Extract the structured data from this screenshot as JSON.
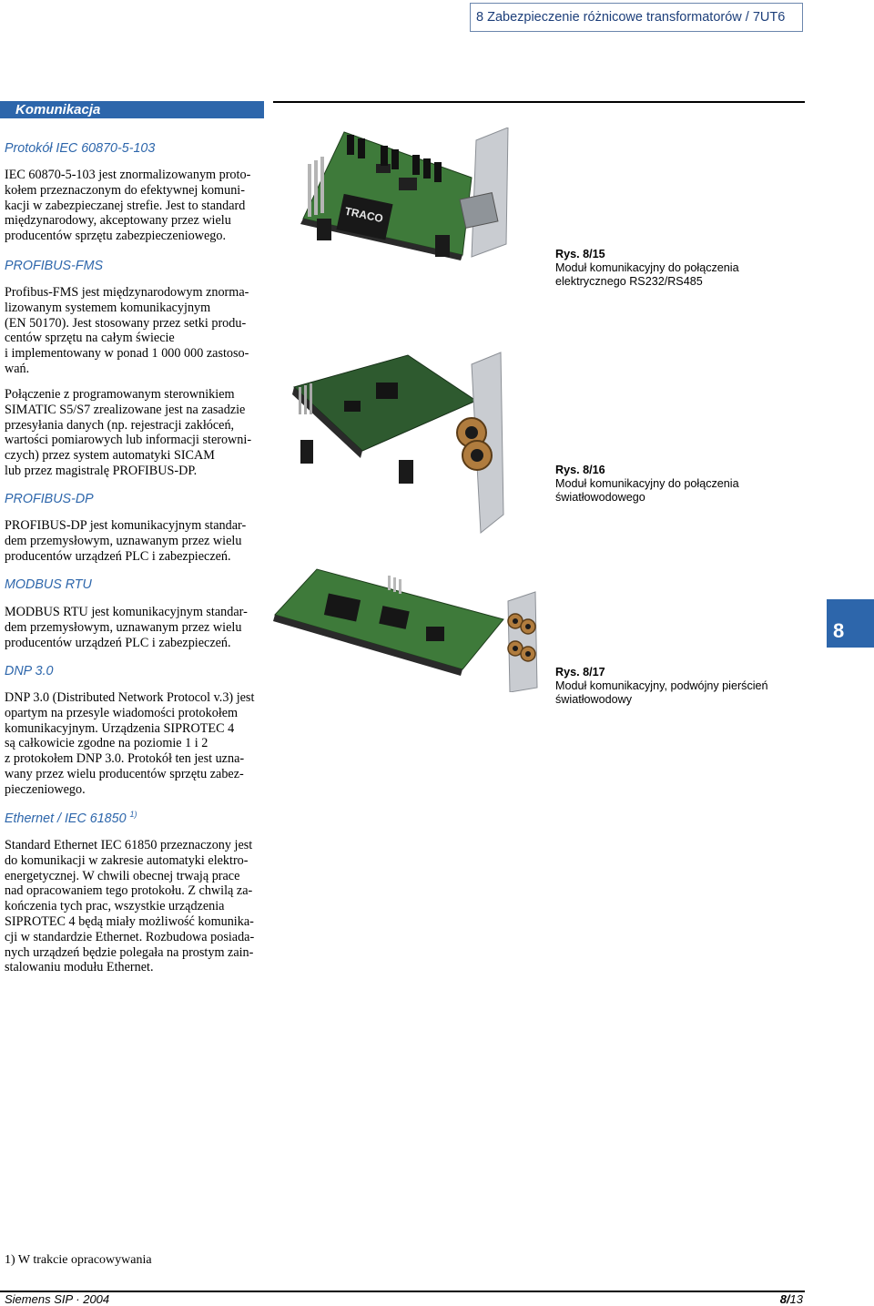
{
  "header": {
    "title": "8 Zabezpieczenie różnicowe transformatorów / 7UT6"
  },
  "section": {
    "title": "Komunikacja"
  },
  "blocks": [
    {
      "heading": "Protokół IEC 60870-5-103",
      "paragraphs": [
        "IEC 60870-5-103 jest znormalizowanym proto-\nkołem przeznaczonym do efektywnej komuni-\nkacji w zabezpieczanej strefie. Jest to standard\nmiędzynarodowy, akceptowany przez wielu\nproducentów sprzętu zabezpieczeniowego."
      ]
    },
    {
      "heading": "PROFIBUS-FMS",
      "paragraphs": [
        "Profibus-FMS jest międzynarodowym znorma-\nlizowanym systemem komunikacyjnym\n(EN 50170). Jest stosowany przez setki produ-\ncentów sprzętu na całym świecie\ni implementowany w ponad 1 000 000 zastoso-\nwań.",
        "Połączenie z programowanym sterownikiem\nSIMATIC S5/S7 zrealizowane jest na zasadzie\nprzesyłania danych (np. rejestracji zakłóceń,\nwartości pomiarowych lub informacji sterowni-\nczych) przez system automatyki SICAM\nlub przez magistralę PROFIBUS-DP."
      ]
    },
    {
      "heading": "PROFIBUS-DP",
      "paragraphs": [
        "PROFIBUS-DP jest komunikacyjnym standar-\ndem przemysłowym, uznawanym przez wielu\nproducentów urządzeń PLC i zabezpieczeń."
      ]
    },
    {
      "heading": "MODBUS RTU",
      "paragraphs": [
        "MODBUS RTU jest komunikacyjnym standar-\ndem przemysłowym, uznawanym przez wielu\nproducentów urządzeń PLC i zabezpieczeń."
      ]
    },
    {
      "heading": "DNP 3.0",
      "paragraphs": [
        "DNP 3.0 (Distributed Network Protocol v.3) jest\nopartym na przesyle wiadomości protokołem\nkomunikacyjnym. Urządzenia SIPROTEC 4\nsą całkowicie zgodne na poziomie 1 i 2\nz protokołem DNP 3.0. Protokół ten jest uzna-\nwany przez wielu producentów sprzętu zabez-\npieczeniowego."
      ]
    },
    {
      "heading": "Ethernet / IEC 61850",
      "heading_sup": "1)",
      "paragraphs": [
        "Standard Ethernet IEC 61850 przeznaczony jest\ndo komunikacji w zakresie automatyki elektro-\nenergetycznej. W chwili obecnej trwają prace\nnad opracowaniem tego protokołu. Z chwilą za-\nkończenia tych prac, wszystkie urządzenia\nSIPROTEC 4 będą miały możliwość komunika-\ncji w standardzie Ethernet. Rozbudowa posiada-\nnych urządzeń będzie polegała na prostym zain-\nstalowaniu modułu Ethernet."
      ]
    }
  ],
  "figures": [
    {
      "number": "Rys. 8/15",
      "caption": "Moduł komunikacyjny do połączenia\nelektrycznego RS232/RS485",
      "board_text": "TRACO"
    },
    {
      "number": "Rys. 8/16",
      "caption": "Moduł komunikacyjny do połączenia\nświatłowodowego"
    },
    {
      "number": "Rys. 8/17",
      "caption": "Moduł komunikacyjny, podwójny pierścień\nświatłowodowy"
    }
  ],
  "chapter_tab": "8",
  "footnote": "1) W trakcie opracowywania",
  "footer": {
    "left": "Siemens SIP · 2004",
    "page_chapter": "8/",
    "page_num": "13"
  },
  "colors": {
    "accent": "#2d66ab",
    "header_border": "#6b86ad",
    "pcb_green": "#3e7a3a"
  }
}
